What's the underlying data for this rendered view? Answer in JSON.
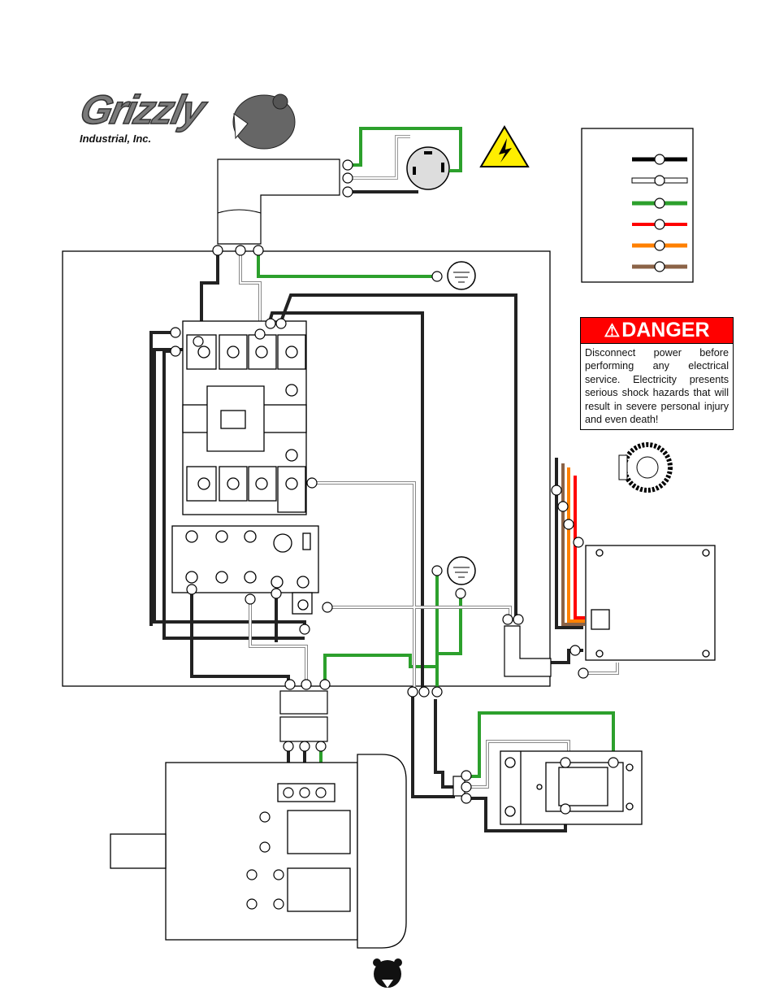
{
  "logo": {
    "brand": "Grizzly",
    "subtitle": "Industrial, Inc.",
    "registered": "®"
  },
  "danger": {
    "heading": "DANGER",
    "icon": "warning-triangle-icon",
    "body": "Disconnect power before performing any electrical service. Electricity presents serious shock hazards that will result in severe personal injury and even death!"
  },
  "legend": {
    "wires": [
      {
        "color": "#000000"
      },
      {
        "color": "#ffffff"
      },
      {
        "color": "#2ca02c"
      },
      {
        "color": "#ff0000"
      },
      {
        "color": "#ff8000"
      },
      {
        "color": "#8b6347"
      }
    ]
  },
  "colors": {
    "hot": "#222222",
    "neutral": "#ffffff",
    "ground": "#33a02c",
    "warning_yellow": "#ffee00"
  }
}
